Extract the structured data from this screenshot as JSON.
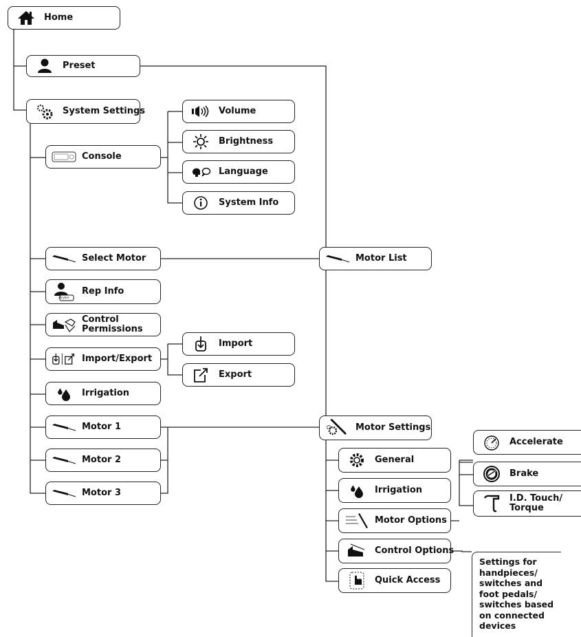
{
  "nodes": {
    "home": "Home",
    "preset": "Preset",
    "system_settings": "System Settings",
    "console": "Console",
    "volume": "Volume",
    "brightness": "Brightness",
    "language": "Language",
    "system_info": "System Info",
    "select_motor": "Select Motor",
    "rep_info": "Rep Info",
    "control_permissions": "Control Permissions",
    "import_export": "Import/Export",
    "import": "Import",
    "export": "Export",
    "irrigation": "Irrigation",
    "motor_1": "Motor 1",
    "motor_2": "Motor 2",
    "motor_3": "Motor 3",
    "motor_list": "Motor List",
    "motor_settings": "Motor Settings",
    "general": "General",
    "irrigation_2": "Irrigation",
    "motor_options": "Motor Options",
    "control_options": "Control Options",
    "quick_access": "Quick Access",
    "accelerate": "Accelerate",
    "brake": "Brake",
    "id_touch_torque": "I.D. Touch/ Torque"
  },
  "rep_badge": "stryker",
  "note": "Settings for\nhandpieces/\nswitches and\nfoot pedals/\nswitches based\non connected\ndevices",
  "icons": {
    "home": "home-icon",
    "preset": "user-icon",
    "system_settings": "gears-icon",
    "console": "console-icon",
    "volume": "speaker-icon",
    "brightness": "sun-icon",
    "language": "speech-icon",
    "system_info": "info-icon",
    "motor": "handpiece-icon",
    "rep_info": "rep-user-icon",
    "control_permissions": "pedal-permission-icon",
    "import_export": "import-export-icon",
    "import": "import-icon",
    "export": "export-icon",
    "irrigation": "drops-icon",
    "motor_settings": "motor-gear-icon",
    "general": "gear-icon",
    "motor_options": "motor-options-icon",
    "control_options": "pedal-icon",
    "quick_access": "touch-icon",
    "accelerate": "gauge-icon",
    "brake": "brake-icon",
    "torque": "tau-icon"
  }
}
